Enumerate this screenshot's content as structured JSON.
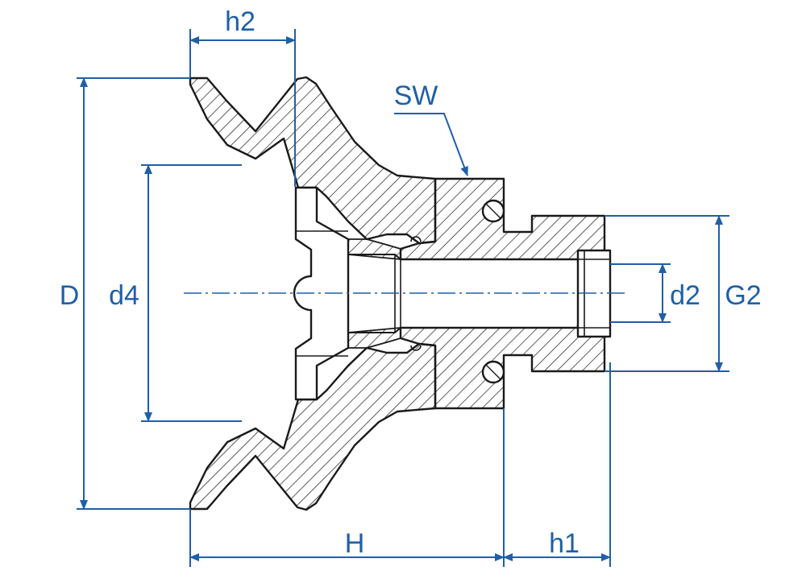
{
  "colors": {
    "part_outline": "#1a1a1a",
    "dimension": "#1f5fa8",
    "background": "#ffffff"
  },
  "labels": {
    "h2": "h2",
    "sw": "SW",
    "d_outer": "D",
    "d4": "d4",
    "d2": "d2",
    "g2": "G2",
    "h_total": "H",
    "h1": "h1"
  }
}
